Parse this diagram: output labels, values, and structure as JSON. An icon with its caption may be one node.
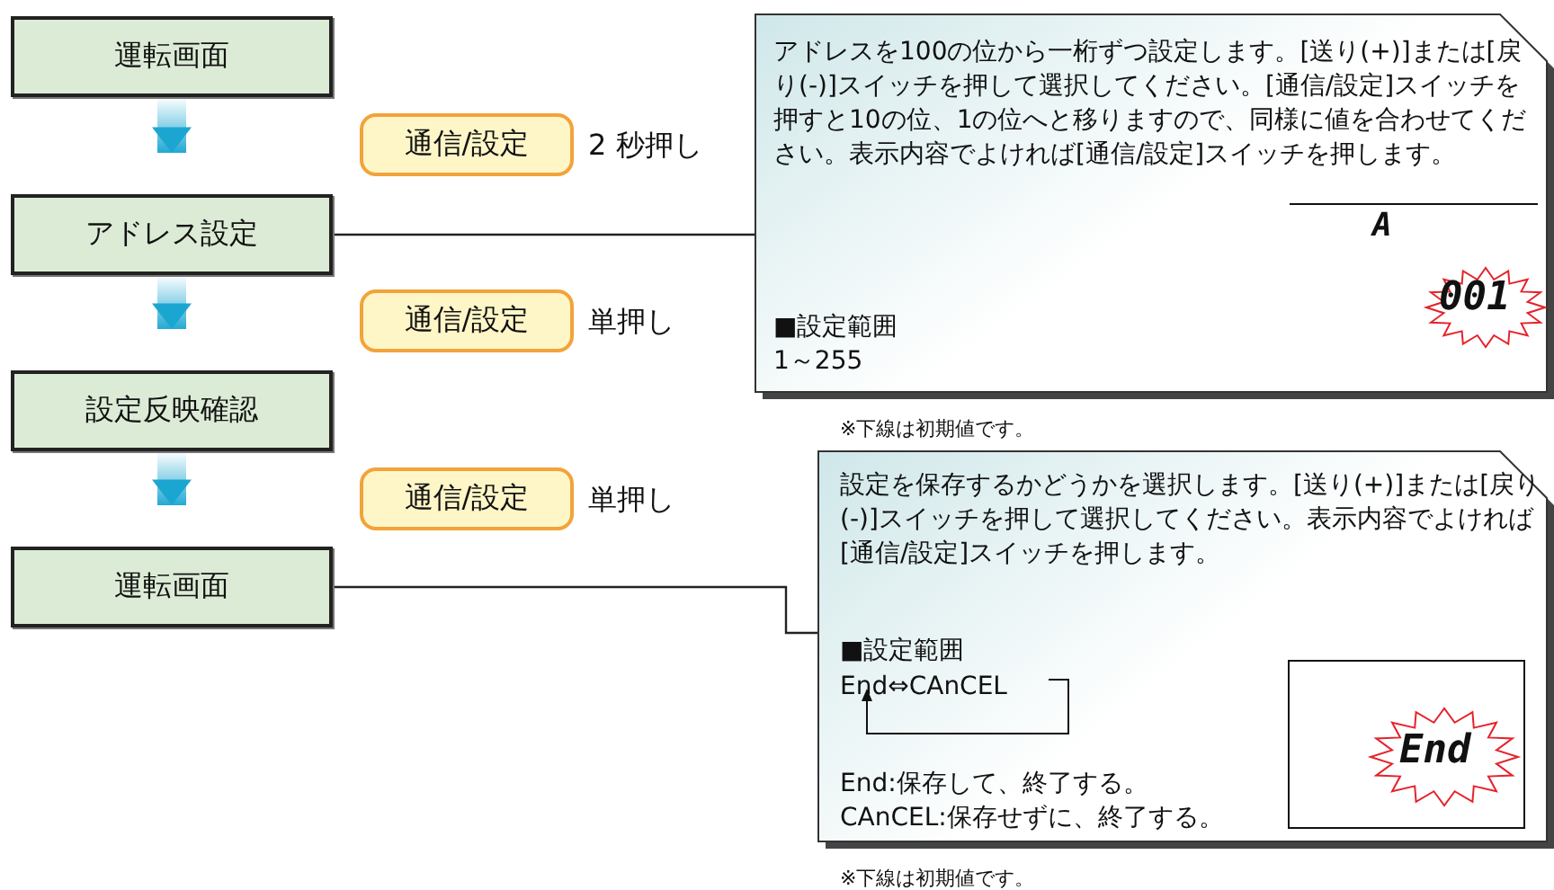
{
  "diagram": {
    "nodes": [
      {
        "text": [
          "運転画面"
        ]
      },
      {
        "text": [
          "アドレス設定"
        ]
      },
      {
        "text": [
          "設定反映確認"
        ]
      },
      {
        "text": [
          "運転画面"
        ]
      },
      {
        "text": [
          "通信/設定"
        ],
        "beside": [
          "2 秒押し"
        ]
      },
      {
        "text": [
          "通信/設定"
        ],
        "beside": [
          "単押し"
        ]
      },
      {
        "text": [
          "通信/設定"
        ],
        "beside": [
          "単押し"
        ]
      },
      {
        "text": [
          "アドレスを100の位から一桁ずつ設定します。[送り(+)]または[戻り(-)]スイッチを押して選択してください。[通信/設定]スイッチを押すと10の位、1の位へと移りますので、同様に値を合わせてください。表示内容でよければ[通信/設定]スイッチを押します。",
          "■設定範囲",
          "1～255"
        ],
        "beside": [
          "※下線は初期値です。"
        ]
      },
      {
        "text": [
          "設定を保存するかどうかを選択します。[送り(+)]または[戻り(-)]スイッチを押して選択してください。表示内容でよければ[通信/設定]スイッチを押します。",
          "■設定範囲",
          "End⇔CAnCEL",
          "End:保存して、終了する。",
          "CAnCEL:保存せずに、終了する。"
        ],
        "beside": [
          "※下線は初期値です。"
        ]
      }
    ],
    "edges": [
      {
        "from": 0,
        "to": 1,
        "arrow": "to",
        "style": "thick",
        "color": "#1ba6d2"
      },
      {
        "from": 1,
        "to": 2,
        "arrow": "to",
        "style": "thick",
        "color": "#1ba6d2"
      },
      {
        "from": 2,
        "to": 3,
        "arrow": "to",
        "style": "thick",
        "color": "#1ba6d2"
      },
      {
        "from": 1,
        "to": 7,
        "arrow": "none"
      },
      {
        "from": 3,
        "to": 8,
        "arrow": "none"
      }
    ],
    "labels": [
      "A",
      "001",
      "End"
    ]
  }
}
